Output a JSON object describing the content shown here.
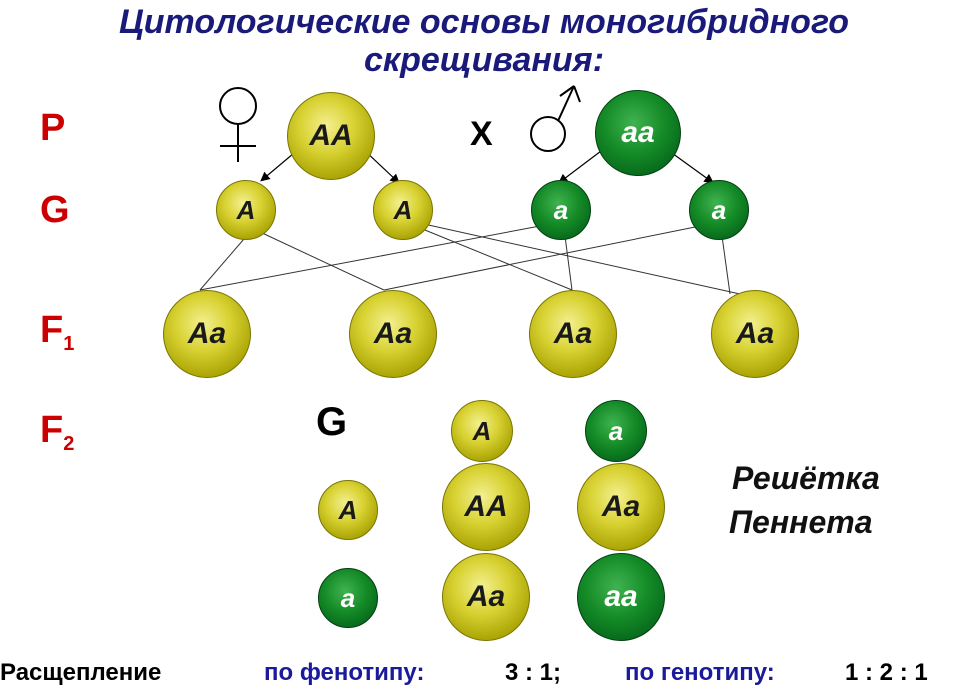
{
  "title": {
    "line1": "Цитологические основы моногибридного",
    "line2": "скрещивания:"
  },
  "labels": {
    "P": "P",
    "G": "G",
    "F1": "F",
    "F1_sub": "1",
    "F2": "F",
    "F2_sub": "2",
    "cross": "X",
    "gametes_grid": "G"
  },
  "parents": {
    "female": "AA",
    "male": "aa"
  },
  "gametes": [
    "A",
    "A",
    "a",
    "a"
  ],
  "f1": [
    "Aa",
    "Aa",
    "Aa",
    "Aa"
  ],
  "punnett": {
    "col_gametes": [
      "A",
      "a"
    ],
    "row_gametes": [
      "A",
      "a"
    ],
    "cells": [
      [
        "AA",
        "Aa"
      ],
      [
        "Aa",
        "aa"
      ]
    ],
    "caption_line1": "Решётка",
    "caption_line2": "Пеннета"
  },
  "footer": {
    "label": "Расщепление",
    "pheno_label": "по фенотипу:",
    "pheno_ratio": "3 : 1;",
    "geno_label": "по генотипу:",
    "geno_ratio": "1 : 2 : 1"
  },
  "colors": {
    "dominant": "#d8d233",
    "recessive": "#148a26",
    "labels": "#cc0000",
    "title": "#1a1a7a",
    "footer_mid": "#1a1a9a"
  },
  "icons": [
    "female-symbol-icon",
    "male-symbol-icon"
  ]
}
